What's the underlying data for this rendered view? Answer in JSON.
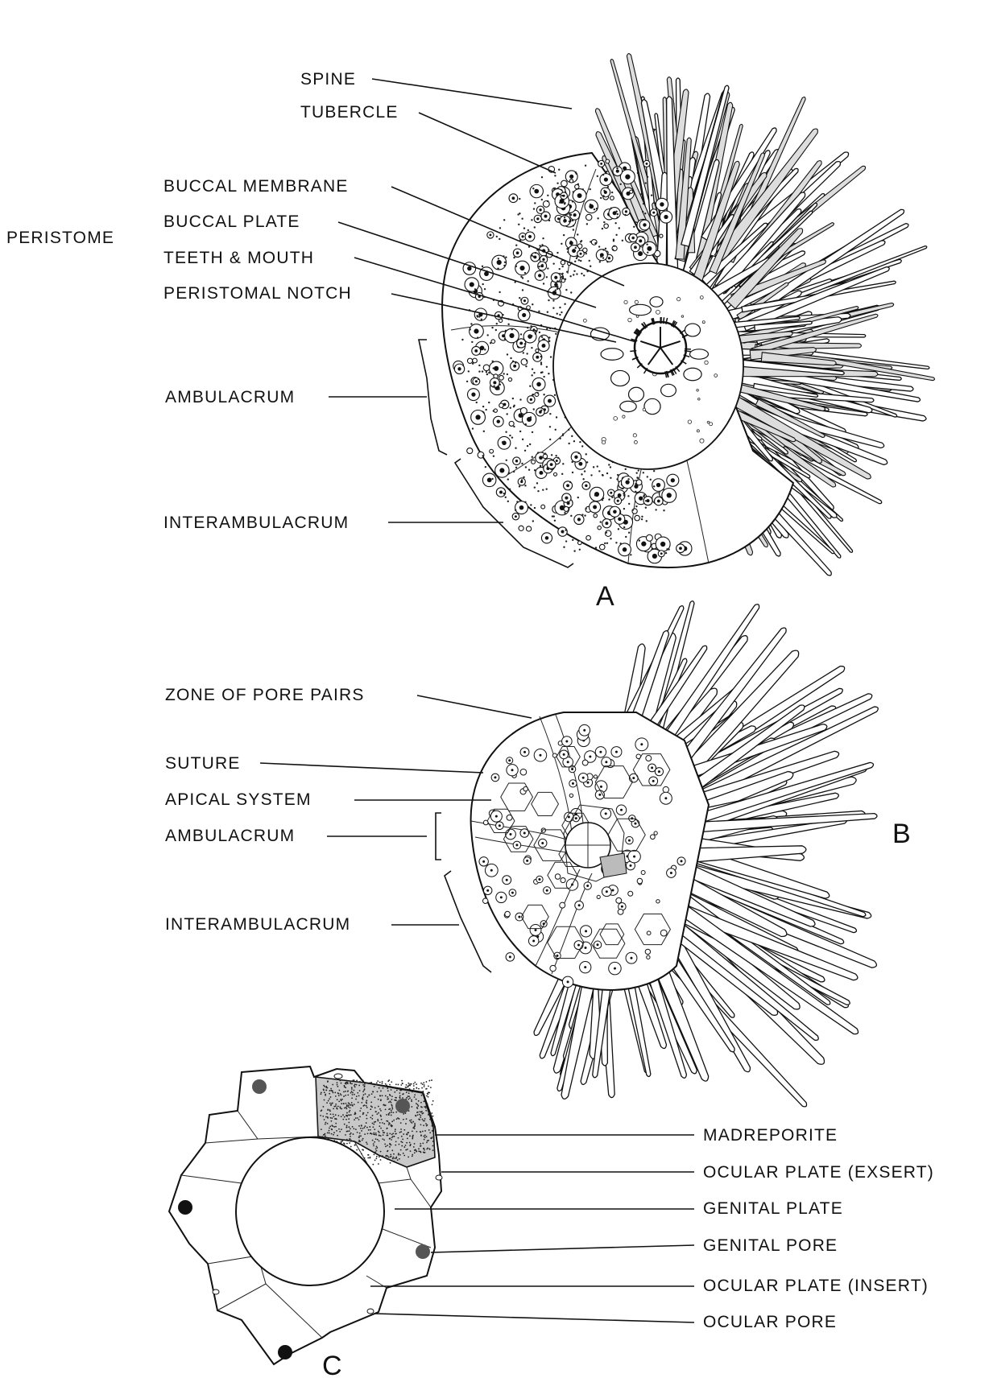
{
  "figure": {
    "panels": {
      "a": "A",
      "b": "B",
      "c": "C"
    },
    "panel_a": {
      "peristome": "PERISTOME",
      "spine": "SPINE",
      "tubercle": "TUBERCLE",
      "buccal_membrane": "BUCCAL MEMBRANE",
      "buccal_plate": "BUCCAL PLATE",
      "teeth_mouth": "TEETH & MOUTH",
      "peristomal_notch": "PERISTOMAL NOTCH",
      "ambulacrum": "AMBULACRUM",
      "interambulacrum": "INTERAMBULACRUM"
    },
    "panel_b": {
      "zone_pore_pairs": "ZONE OF PORE PAIRS",
      "suture": "SUTURE",
      "apical_system": "APICAL SYSTEM",
      "ambulacrum": "AMBULACRUM",
      "interambulacrum": "INTERAMBULACRUM"
    },
    "panel_c": {
      "madreporite": "MADREPORITE",
      "ocular_plate_exsert": "OCULAR PLATE (EXSERT)",
      "genital_plate": "GENITAL PLATE",
      "genital_pore": "GENITAL PORE",
      "ocular_plate_insert": "OCULAR PLATE (INSERT)",
      "ocular_pore": "OCULAR PORE"
    }
  }
}
